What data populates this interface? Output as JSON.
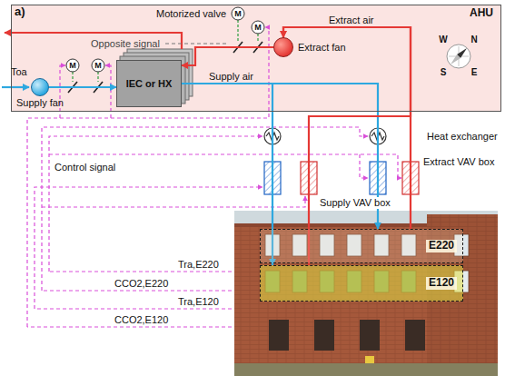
{
  "diagram": {
    "nodes": [
      {
        "text": [
          "AHU"
        ]
      },
      {
        "text": [
          "Extract fan"
        ],
        "in": 0
      },
      {
        "text": [
          "IEC or HX"
        ],
        "in": 0
      },
      {
        "text": [
          "Supply fan"
        ],
        "in": 0
      },
      {
        "text": [
          "E220"
        ]
      },
      {
        "text": [
          "E120"
        ]
      }
    ],
    "edges": [
      {
        "from": 3,
        "to": 2,
        "arrow": "to"
      },
      {
        "from": 2,
        "to": 4,
        "arrow": "to"
      },
      {
        "from": 2,
        "to": 5,
        "arrow": "to"
      },
      {
        "from": 4,
        "to": 1,
        "arrow": "to"
      },
      {
        "from": 5,
        "to": 1,
        "arrow": "to"
      },
      {
        "from": 1,
        "to": 2,
        "arrow": "to"
      }
    ],
    "labels": [
      "a)",
      "Motorized valve",
      "M",
      "M",
      "Opposite signal",
      "Extract air",
      "W",
      "N",
      "S",
      "E",
      "Toa",
      "M",
      "M",
      "Supply air",
      "Heat exchanger",
      "Control signal",
      "Extract VAV box",
      "Supply VAV box",
      "Tra,E220",
      "CCO2,E220",
      "Tra,E120",
      "CCO2,E120"
    ]
  }
}
